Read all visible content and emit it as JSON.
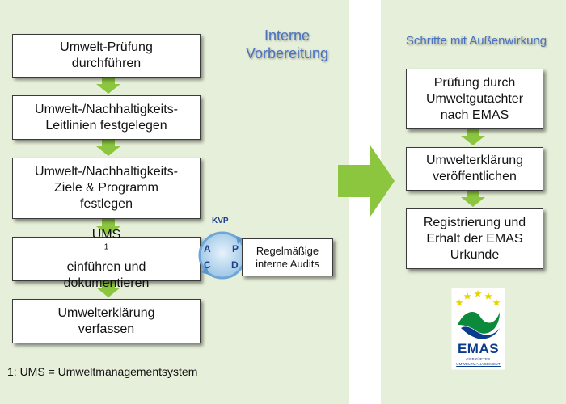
{
  "colors": {
    "panel": "#e6efd9",
    "arrow": "#8cc63f",
    "heading": "#4a72c4",
    "box_border": "#3a3a3a"
  },
  "headings": {
    "internal": [
      "Interne",
      "Vorbereitung"
    ],
    "external": "Schritte mit Außenwirkung"
  },
  "left_steps": [
    {
      "lines": [
        "Umwelt-Prüfung",
        "durchführen"
      ]
    },
    {
      "lines": [
        "Umwelt-/Nachhaltigkeits-",
        "Leitlinien festgelegen"
      ]
    },
    {
      "lines": [
        "Umwelt-/Nachhaltigkeits-",
        "Ziele & Programm",
        "festlegen"
      ]
    },
    {
      "main": "UMS",
      "sup": "1",
      "rest": " einführen und",
      "line2": "dokumentieren"
    },
    {
      "lines": [
        "Umwelterklärung",
        "verfassen"
      ]
    }
  ],
  "right_steps": [
    {
      "lines": [
        "Prüfung durch",
        "Umweltgutachter",
        "nach EMAS"
      ]
    },
    {
      "lines": [
        "Umwelterklärung",
        "veröffentlichen"
      ]
    },
    {
      "lines": [
        "Registrierung und",
        "Erhalt der EMAS",
        "Urkunde"
      ]
    }
  ],
  "audit_box": {
    "lines": [
      "Regelmäßige",
      "interne Audits"
    ]
  },
  "kvp": {
    "label": "KVP",
    "letters": {
      "a": "A",
      "p": "P",
      "c": "C",
      "d": "D"
    }
  },
  "emas_logo": {
    "word": "EMAS",
    "sub1": "GEPRÜFTES",
    "sub2": "UMWELTMANAGEMENT",
    "star_color": "#e5d400",
    "swoosh_color": "#0a8a3a",
    "blue": "#0a3b8c"
  },
  "footnote": "1: UMS = Umweltmanagementsystem"
}
